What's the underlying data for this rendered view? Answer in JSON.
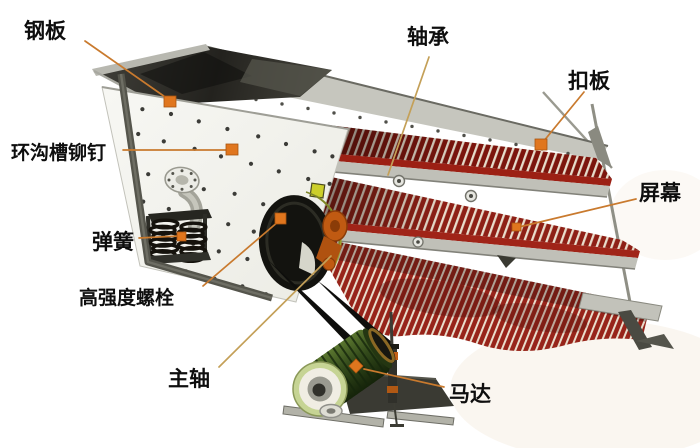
{
  "diagram": {
    "subject": "vibrating-screen-machine",
    "labels": {
      "steel_plate": "钢板",
      "bearing": "轴承",
      "buckle_plate": "扣板",
      "ring_groove_rivet": "环沟槽铆钉",
      "screen_panel": "屏幕",
      "spring": "弹簧",
      "high_strength_bolt": "高强度螺栓",
      "main_shaft": "主轴",
      "motor": "马达"
    }
  },
  "style": {
    "marker_color": "#e0761e",
    "leader_color": "#c97a2e",
    "leader_color_tan": "#c4a058",
    "mesh_red": "#8e2016",
    "mesh_red_dark": "#741209",
    "mesh_red_bright": "#9c2b1e",
    "motor_green": "#3c5a1e",
    "metal_light": "#c4c4bc",
    "metal_dark": "#4a4a42",
    "background": "#ffffff"
  }
}
